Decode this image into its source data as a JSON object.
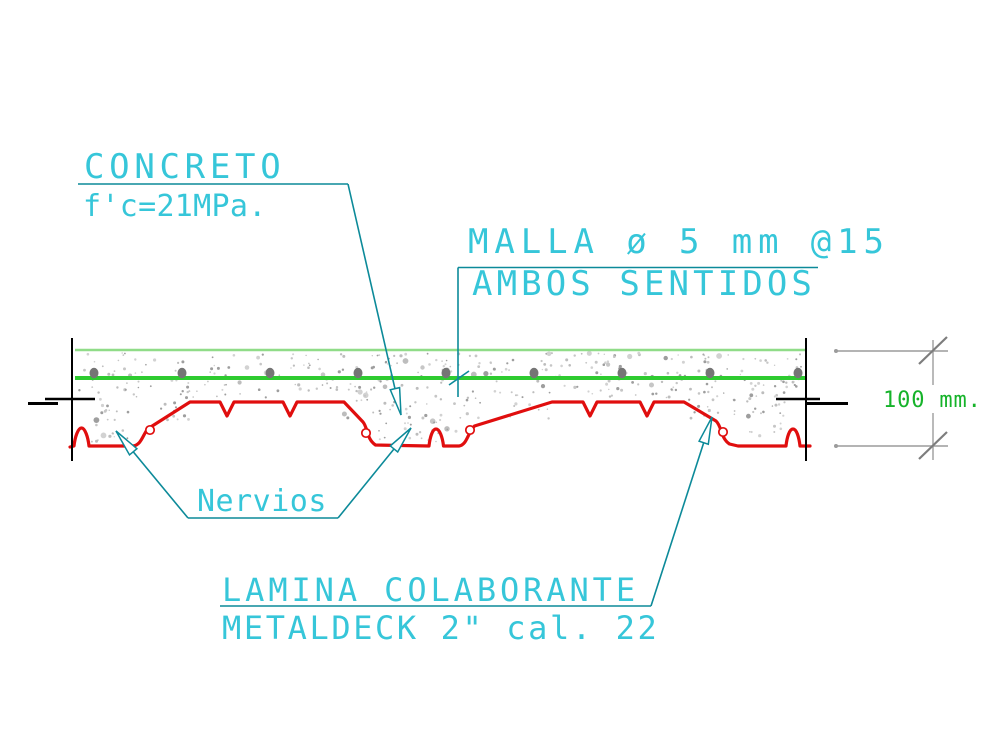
{
  "drawing": {
    "labels": {
      "concrete_title": "CONCRETO",
      "concrete_spec": "f'c=21MPa.",
      "mesh_line1": "MALLA ø 5 mm @15",
      "mesh_line2": "AMBOS SENTIDOS",
      "ribs": "Nervios",
      "deck_line1": "LAMINA COLABORANTE",
      "deck_line2": "METALDECK 2\" cal. 22",
      "thickness": "100 mm."
    },
    "colors": {
      "text_cyan": "#36c6d9",
      "leader_teal": "#0c8a99",
      "slab_green": "#90dc88",
      "mesh_green": "#2ecb30",
      "dim_green": "#16b32a",
      "deck_red": "#e00e0e",
      "dim_gray": "#9c9c9c",
      "tick_gray": "#7d7d7d",
      "cut_black": "#000000",
      "dot_gray": "#757575"
    }
  }
}
